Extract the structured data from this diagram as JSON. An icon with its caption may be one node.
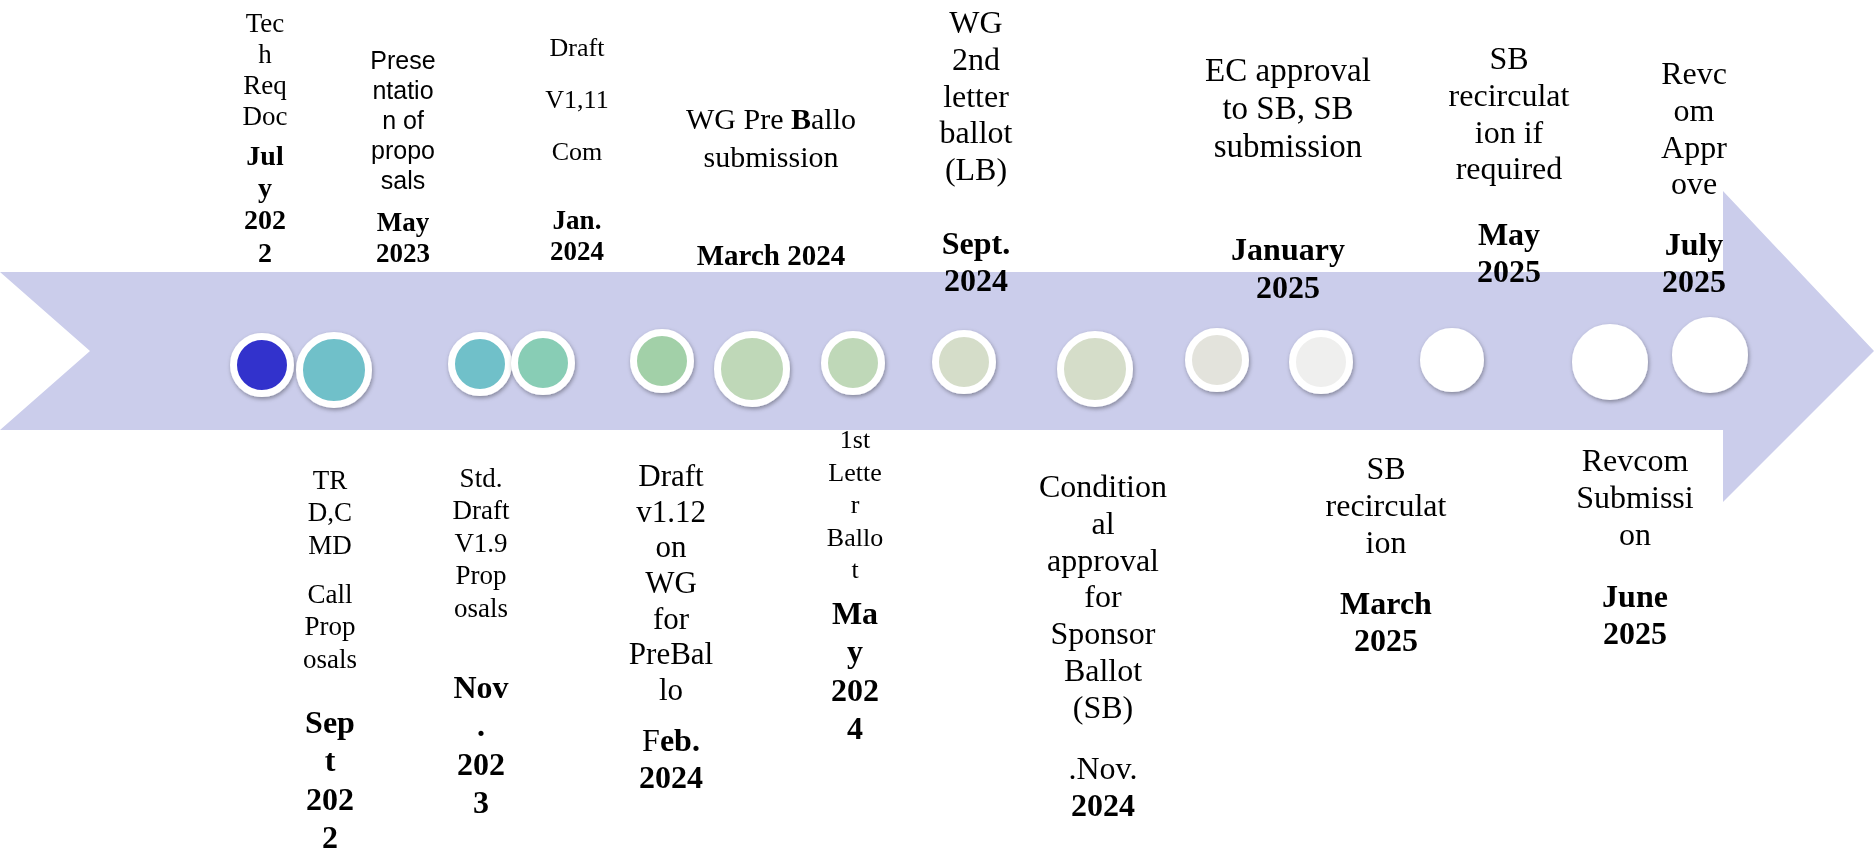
{
  "diagram": {
    "nodes": [
      {
        "text": [],
        "shape": "arrow"
      },
      {
        "text": [],
        "shape": "circle",
        "in": 0
      },
      {
        "text": [],
        "shape": "circle",
        "in": 0
      },
      {
        "text": [],
        "shape": "circle",
        "in": 0
      },
      {
        "text": [],
        "shape": "circle",
        "in": 0
      },
      {
        "text": [],
        "shape": "circle",
        "in": 0
      },
      {
        "text": [],
        "shape": "circle",
        "in": 0
      },
      {
        "text": [],
        "shape": "circle",
        "in": 0
      },
      {
        "text": [],
        "shape": "circle",
        "in": 0
      },
      {
        "text": [],
        "shape": "circle",
        "in": 0
      },
      {
        "text": [],
        "shape": "circle",
        "in": 0
      },
      {
        "text": [],
        "shape": "circle",
        "in": 0
      },
      {
        "text": [],
        "shape": "circle",
        "in": 0
      },
      {
        "text": [],
        "shape": "circle",
        "in": 0
      },
      {
        "text": [],
        "shape": "circle",
        "in": 0
      }
    ],
    "labels": [
      "Tech Req Doc",
      "July 2022",
      "Presentation of proposals",
      "May 2023",
      "Draft V1,11 Com",
      "Jan. 2024",
      "WG Pre **B**allo submission",
      "March 2024",
      "WG 2nd letter ballot (LB)",
      "Sept. 2024",
      "EC approval to SB, SB submission",
      "January 2025",
      "SB recirculation if required",
      "May 2025",
      "Revcom Approve",
      "July 2025",
      "TRD,CMD",
      "Call Proposals",
      "Sept 2022",
      "Std. DraftV1.9 Proposals",
      "Nov. 2023",
      "Draft v1.12 on WG for PreBallo",
      "F**eb. 2024**",
      "1st Letter Ballot",
      "May 2024",
      "Conditional approval for Sponsor Ballot (SB)",
      ".Nov. **2024**",
      "SB recirculation",
      "March 2025",
      "Revcom Submission",
      "June 2025"
    ]
  }
}
